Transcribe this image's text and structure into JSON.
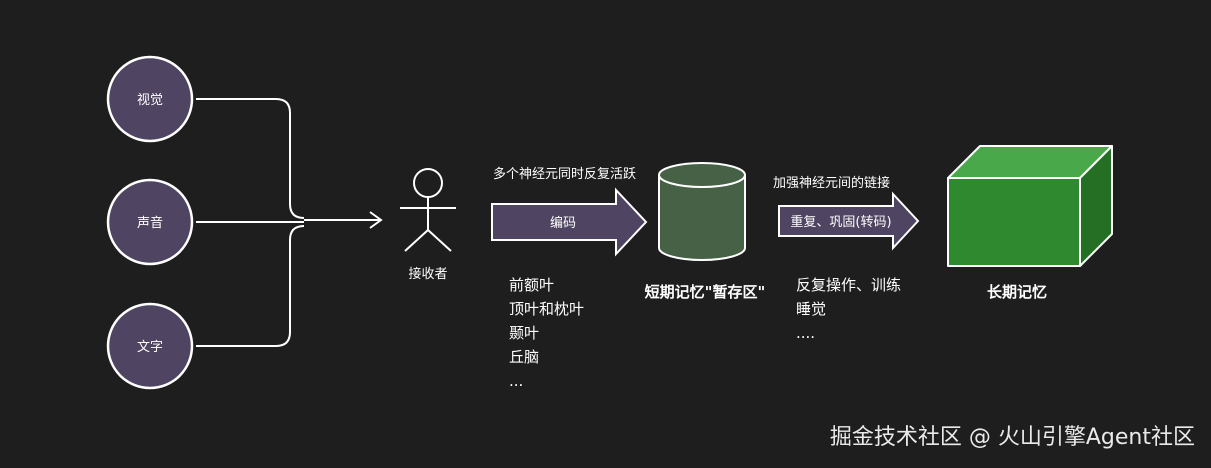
{
  "inputs": {
    "vision": "视觉",
    "sound": "声音",
    "text": "文字"
  },
  "receiver": {
    "label": "接收者"
  },
  "encode": {
    "top_label": "多个神经元同时反复活跃",
    "arrow_label": "编码",
    "regions": [
      "前额叶",
      "顶叶和枕叶",
      "颞叶",
      "丘脑",
      "..."
    ]
  },
  "short_term": {
    "label": "短期记忆\"暂存区\""
  },
  "consolidate": {
    "top_label": "加强神经元间的链接",
    "arrow_label": "重复、巩固(转码)",
    "methods": [
      "反复操作、训练",
      "睡觉",
      "...."
    ]
  },
  "long_term": {
    "label": "长期记忆"
  },
  "watermark": "掘金技术社区 @ 火山引擎Agent社区",
  "colors": {
    "background": "#1e1e1e",
    "circle_fill": "#4f4461",
    "arrow_fill": "#4f4461",
    "cylinder_fill": "#466146",
    "cube_fill": "#2f8a2f"
  }
}
